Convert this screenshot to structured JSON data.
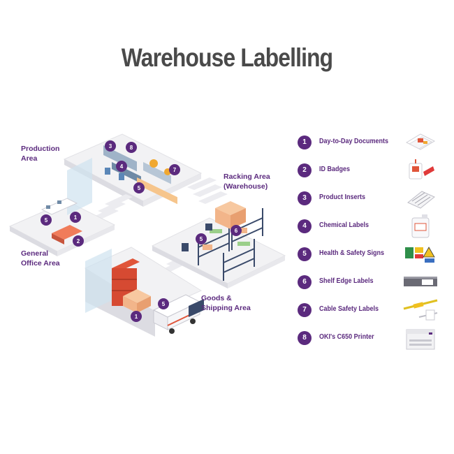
{
  "title": "Warehouse Labelling",
  "colors": {
    "brand_purple": "#5b2a7e",
    "title_gray": "#4a4a4a",
    "floor": "#f2f2f4",
    "rack_orange": "#e0553a",
    "crate": "#f2b58a"
  },
  "areas": {
    "production": [
      "Production",
      "Area"
    ],
    "racking": [
      "Racking Area",
      "(Warehouse)"
    ],
    "office": [
      "General",
      "Office Area"
    ],
    "goods": [
      "Goods &",
      "Shipping Area"
    ]
  },
  "scene_badges": [
    {
      "n": "3",
      "area": "production"
    },
    {
      "n": "8",
      "area": "production"
    },
    {
      "n": "4",
      "area": "production"
    },
    {
      "n": "7",
      "area": "production"
    },
    {
      "n": "5",
      "area": "production"
    },
    {
      "n": "1",
      "area": "office"
    },
    {
      "n": "5",
      "area": "office"
    },
    {
      "n": "2",
      "area": "office"
    },
    {
      "n": "6",
      "area": "racking"
    },
    {
      "n": "5",
      "area": "racking"
    },
    {
      "n": "5",
      "area": "goods"
    },
    {
      "n": "1",
      "area": "goods"
    }
  ],
  "legend": [
    {
      "n": "1",
      "label": "Day-to-Day Documents",
      "icon": "documents-icon"
    },
    {
      "n": "2",
      "label": "ID Badges",
      "icon": "id-badge-icon"
    },
    {
      "n": "3",
      "label": "Product Inserts",
      "icon": "product-insert-icon"
    },
    {
      "n": "4",
      "label": "Chemical Labels",
      "icon": "chemical-bottle-icon"
    },
    {
      "n": "5",
      "label": "Health & Safety Signs",
      "icon": "safety-signs-icon"
    },
    {
      "n": "6",
      "label": "Shelf Edge Labels",
      "icon": "shelf-edge-icon"
    },
    {
      "n": "7",
      "label": "Cable Safety Labels",
      "icon": "cable-label-icon"
    },
    {
      "n": "8",
      "label": "OKI's C650 Printer",
      "icon": "printer-icon"
    }
  ]
}
